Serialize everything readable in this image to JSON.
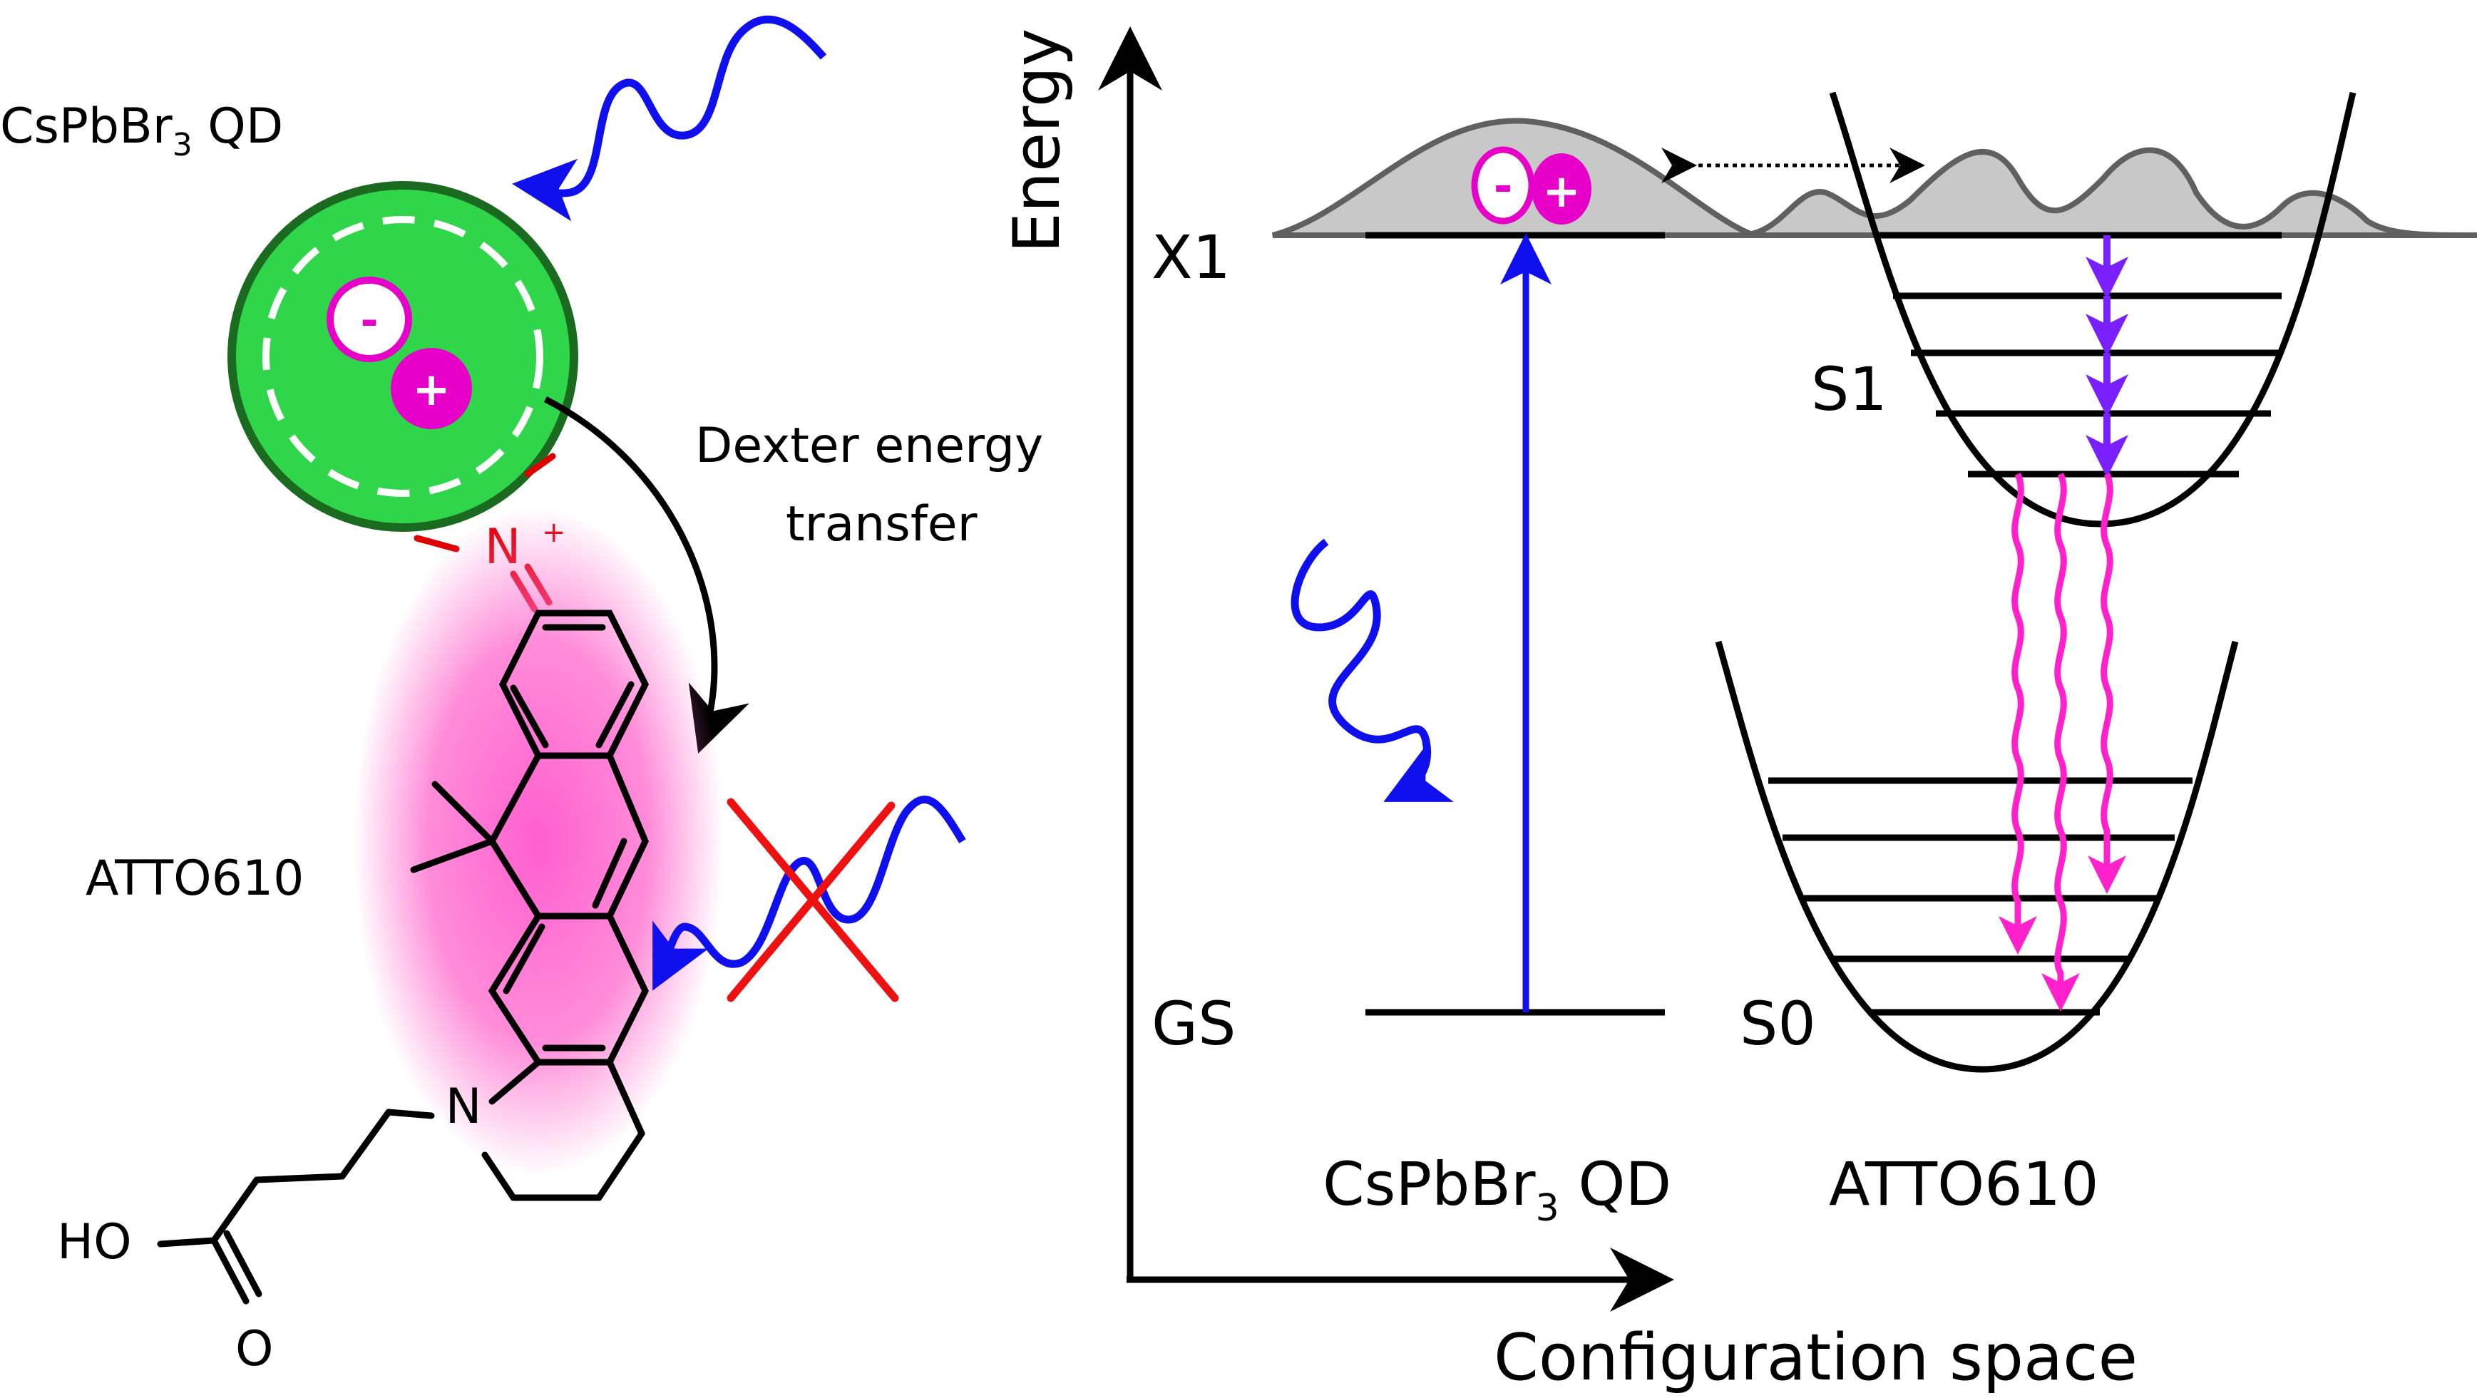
{
  "labels": {
    "qd_title_main": "CsPbBr",
    "qd_title_sub": "3",
    "qd_title_tail": " QD",
    "dexter_line1": "Dexter energy",
    "dexter_line2": "transfer",
    "atto_left": "ATTO610",
    "nitrogen_cation": "N",
    "nitrogen_charge": "+",
    "nitrogen_ring": "N",
    "ho": "HO",
    "carbonyl_o": "O",
    "energy_axis": "Energy",
    "config_axis": "Configuration space",
    "x1": "X1",
    "gs": "GS",
    "s1": "S1",
    "s0": "S0",
    "bottom_qd_main": "CsPbBr",
    "bottom_qd_sub": "3",
    "bottom_qd_tail": " QD",
    "bottom_atto": "ATTO610",
    "minus": "-",
    "plus": "+"
  },
  "colors": {
    "qd_fill": "#2fd64a",
    "qd_stroke": "#1a6b1f",
    "charge": "#e600c8",
    "glow": "#ff66cc",
    "photon": "#1010ee",
    "vib_relax": "#7a1fff",
    "emission": "#ff22cc",
    "anchor": "#e00000",
    "fill_gray": "#c8c8c8"
  }
}
